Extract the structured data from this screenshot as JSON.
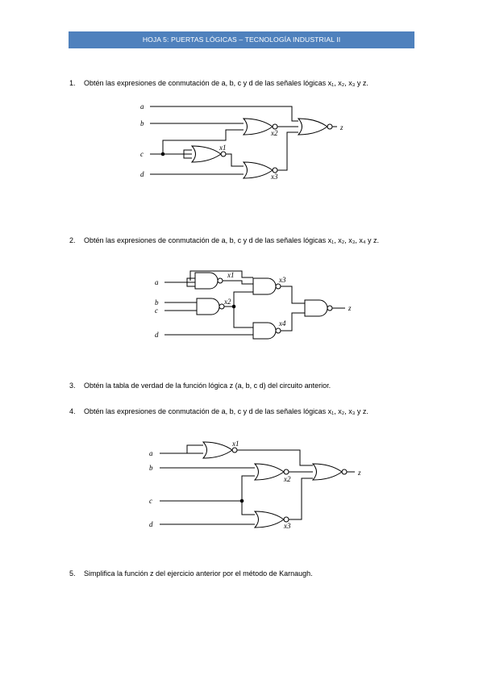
{
  "header": "HOJA 5: PUERTAS LÓGICAS – TECNOLOGÍA INDUSTRIAL II",
  "questions": [
    {
      "num": "1.",
      "text": "Obtén las expresiones de conmutación de a, b, c y d de las señales lógicas x₁, x₂, x₃ y z."
    },
    {
      "num": "2.",
      "text": "Obtén las expresiones de conmutación de a, b, c y d de las señales lógicas x₁, x₂, x₃, x₄ y z."
    },
    {
      "num": "3.",
      "text": "Obtén la tabla de verdad de la función lógica z (a, b, c d) del circuito anterior."
    },
    {
      "num": "4.",
      "text": "Obtén las expresiones de conmutación de a, b, c y d de las señales lógicas x₁, x₂, x₃ y z."
    },
    {
      "num": "5.",
      "text": "Simplifica la función z del ejercicio anterior por el método de Karnaugh."
    }
  ],
  "circuit1": {
    "inputs": [
      "a",
      "b",
      "c",
      "d"
    ],
    "signals": [
      "x1",
      "x2",
      "x3"
    ],
    "output": "z"
  },
  "circuit2": {
    "inputs": [
      "a",
      "b",
      "c",
      "d"
    ],
    "signals": [
      "x1",
      "x2",
      "x3",
      "x4"
    ],
    "output": "z"
  },
  "circuit3": {
    "inputs": [
      "a",
      "b",
      "c",
      "d"
    ],
    "signals": [
      "x1",
      "x2",
      "x3"
    ],
    "output": "z"
  }
}
